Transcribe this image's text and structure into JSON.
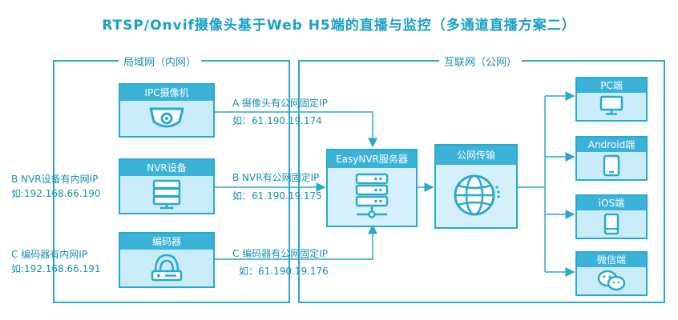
{
  "title": "RTSP/Onvif摄像头基于Web H5端的直播与监控（多通道直播方案二）",
  "lan": {
    "label": "局域网（内网）"
  },
  "internet": {
    "label": "互联网（公网）"
  },
  "devices": [
    {
      "name": "IPC摄像机",
      "icon": "camera-icon"
    },
    {
      "name": "NVR设备",
      "icon": "nvr-server-icon"
    },
    {
      "name": "编码器",
      "icon": "encoder-router-icon"
    }
  ],
  "left_notes": [
    {
      "line1": "B NVR设备有内网IP",
      "line2": "如:192.168.66.190"
    },
    {
      "line1": "C 编码器有内网IP",
      "line2": "如:192.168.66.191"
    }
  ],
  "edges": [
    {
      "line1": "A 摄像头有公网固定IP",
      "line2": "如：61.190.19.174"
    },
    {
      "line1": "B NVR有公网固定IP",
      "line2": "如：61.190.19.175"
    },
    {
      "line1": "C 编码器有公网固定IP",
      "line2": "如：61.190.19.176"
    }
  ],
  "server": {
    "name": "EasyNVR服务器",
    "icon": "server-rack-icon"
  },
  "network": {
    "name": "公网传输",
    "icon": "globe-icon"
  },
  "clients": [
    {
      "name": "PC端",
      "icon": "monitor-icon"
    },
    {
      "name": "Android端",
      "icon": "tablet-icon"
    },
    {
      "name": "iOS端",
      "icon": "phone-icon"
    },
    {
      "name": "微信端",
      "icon": "wechat-icon"
    }
  ],
  "colors": {
    "primary": "#2aa9cf",
    "label_bg": "#3bb3d9",
    "box_fill": "#c9ecf8",
    "text": "#1a8fb5"
  }
}
